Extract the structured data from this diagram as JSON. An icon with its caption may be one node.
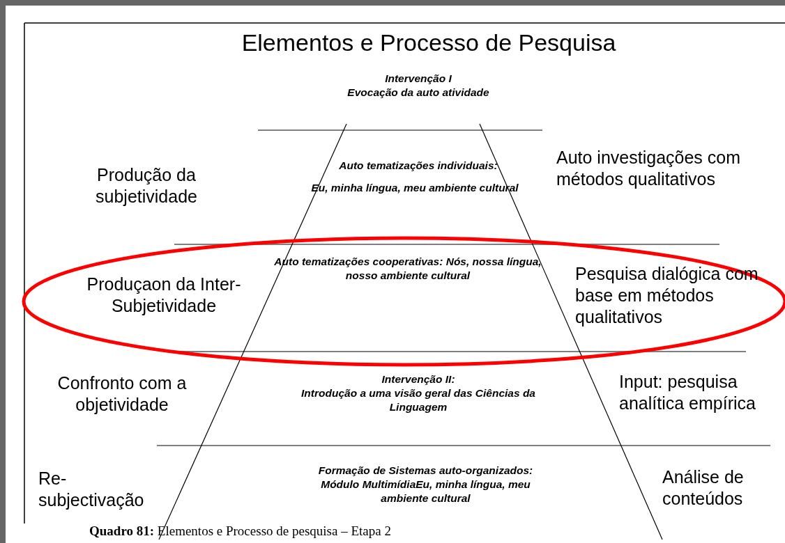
{
  "diagram": {
    "title": "Elementos e Processo de Pesquisa",
    "caption": "**Quadro 81:** Elementos e Processo de pesquisa – Etapa 2",
    "nodes": [
      {
        "text": [
          "Produçaon da Inter-Subjetividade",
          "Auto tematizações cooperativas: Nós, nossa língua, nosso ambiente cultural",
          "Pesquisa dialógica com base em métodos qualitativos"
        ]
      }
    ],
    "edges": [],
    "labels": [
      "Intervenção I",
      "Evocação da auto atividade",
      "Auto tematizações individuais:",
      "Produção da subjetividade",
      "Auto investigações com métodos qualitativos",
      "Eu, minha língua, meu ambiente cultural",
      "Confronto com a objetividade",
      "Intervenção II:",
      "Introdução a uma visão geral das Ciências da Linguagem",
      "Input: pesquisa analítica empírica",
      "Re-subjectivação",
      "Formação de Sistemas auto-organizados: Módulo MultimídiaEu, minha língua, meu ambiente cultural",
      "Análise de conteúdos"
    ]
  }
}
